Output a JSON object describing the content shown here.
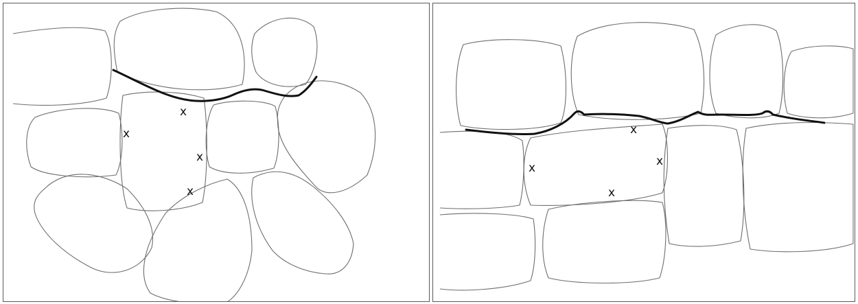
{
  "panels": [
    {
      "id": "left",
      "markers": [
        "x",
        "x",
        "x",
        "x"
      ]
    },
    {
      "id": "right",
      "markers": [
        "x",
        "x",
        "x",
        "x"
      ]
    }
  ],
  "colors": {
    "stone_outline": "#6d6d6d",
    "crack_line": "#111111",
    "frame": "#5a5a5a"
  }
}
